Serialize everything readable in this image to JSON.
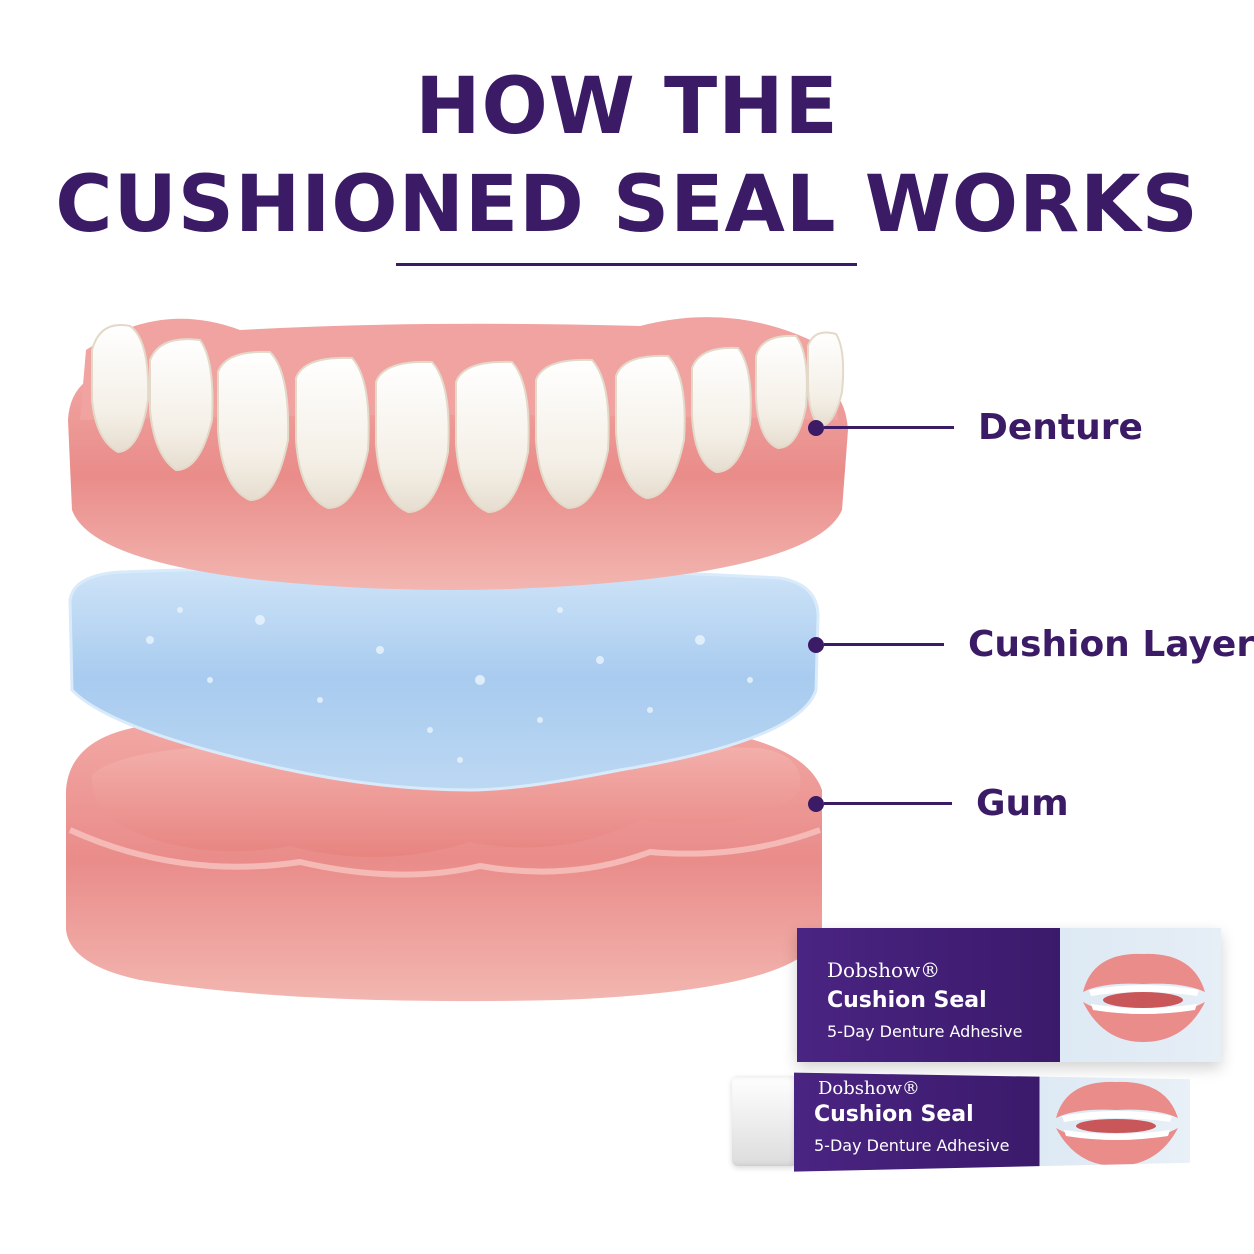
{
  "title": {
    "line1": "HOW THE",
    "line2": "CUSHIONED SEAL WORKS"
  },
  "layers": [
    {
      "label": "Denture"
    },
    {
      "label": "Cushion Layer"
    },
    {
      "label": "Gum"
    }
  ],
  "product_box": {
    "brand": "Dobshow®",
    "name": "Cushion Seal",
    "subtitle": "5-Day Denture Adhesive"
  },
  "product_tube": {
    "brand": "Dobshow®",
    "name": "Cushion Seal",
    "subtitle": "5-Day Denture Adhesive"
  },
  "colors": {
    "accent": "#3b1a66",
    "gum": "#e88a8a",
    "cushion": "#a9cdf0",
    "teeth": "#f6f2ea"
  }
}
